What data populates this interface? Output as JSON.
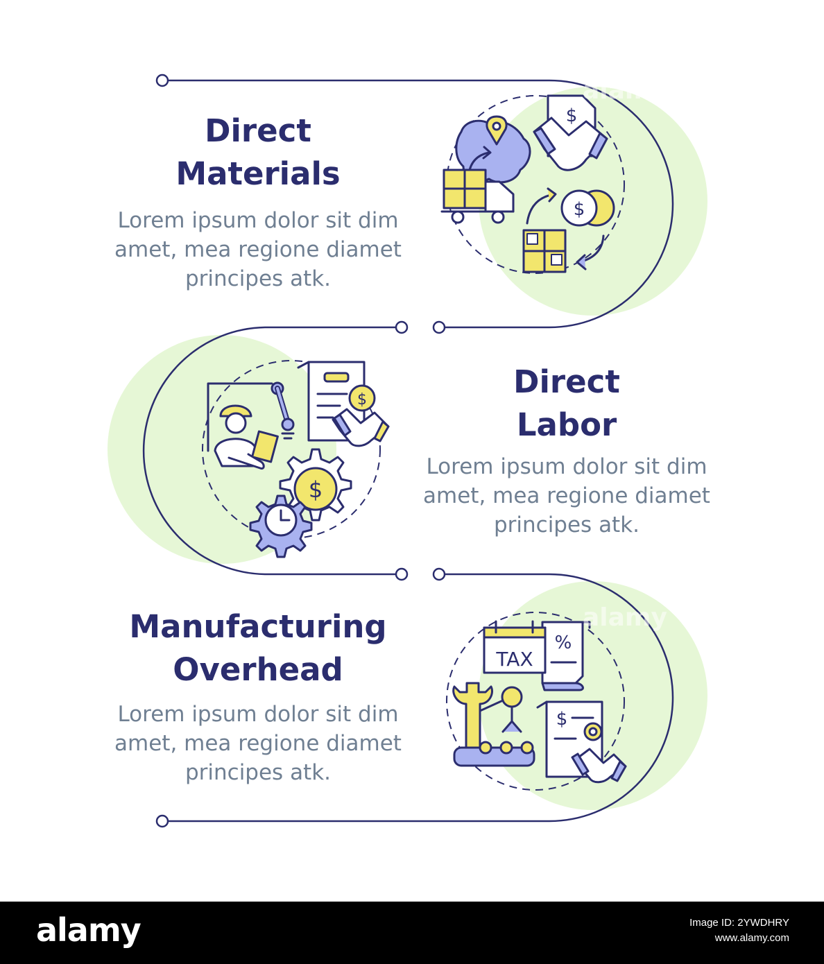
{
  "items": [
    {
      "title_lines": [
        "Direct",
        "Materials"
      ],
      "desc_lines": [
        "Lorem ipsum dolor sit dim",
        "amet, mea regione diamet",
        "principes atk."
      ]
    },
    {
      "title_lines": [
        "Direct",
        "Labor"
      ],
      "desc_lines": [
        "Lorem ipsum dolor sit dim",
        "amet, mea regione diamet",
        "principes atk."
      ]
    },
    {
      "title_lines": [
        "Manufacturing",
        "Overhead"
      ],
      "desc_lines": [
        "Lorem ipsum dolor sit dim",
        "amet, mea regione diamet",
        "principes atk."
      ]
    }
  ],
  "icons": [
    "supply-chain-icon",
    "labor-cost-icon",
    "overhead-tax-icon"
  ],
  "icon_text": {
    "tax": "TAX",
    "percent": "%",
    "dollar": "$"
  },
  "colors": {
    "navy": "#2b2d6e",
    "text_gray": "#6f7f92",
    "accent_green": "#e6f7d6",
    "icon_yellow": "#f2e66d",
    "icon_purple": "#a9b2f0"
  },
  "footer": {
    "logo": "alamy",
    "image_id": "Image ID: 2YWDHRY",
    "site": "www.alamy.com"
  },
  "watermark": "alamy"
}
